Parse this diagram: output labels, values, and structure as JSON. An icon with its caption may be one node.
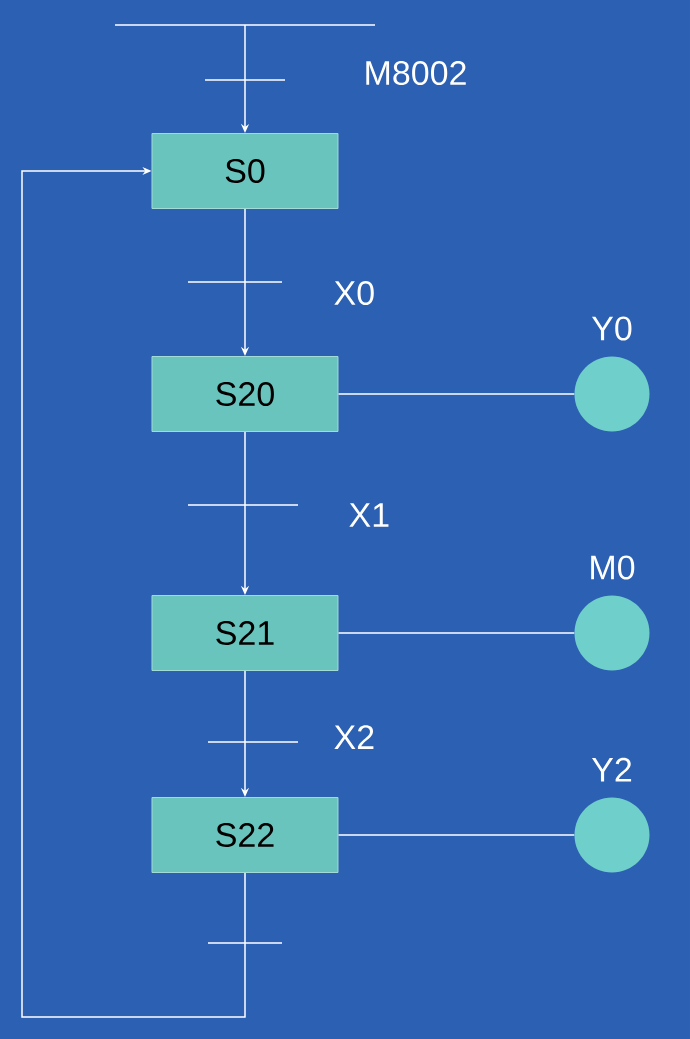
{
  "diagram": {
    "nodes": [
      {
        "text": [
          "S0"
        ]
      },
      {
        "text": [
          "S20"
        ]
      },
      {
        "text": [
          "S21"
        ]
      },
      {
        "text": [
          "S22"
        ]
      },
      {
        "text": [],
        "shape": "circle",
        "beside": [
          "Y0"
        ]
      },
      {
        "text": [],
        "shape": "circle",
        "beside": [
          "M0"
        ]
      },
      {
        "text": [],
        "shape": "circle",
        "beside": [
          "Y2"
        ]
      }
    ],
    "edges": [
      {
        "from": null,
        "to": 0,
        "arrow": "to",
        "label": "M8002"
      },
      {
        "from": 0,
        "to": 1,
        "arrow": "to",
        "label": "X0"
      },
      {
        "from": 1,
        "to": 2,
        "arrow": "to",
        "label": "X1"
      },
      {
        "from": 2,
        "to": 3,
        "arrow": "to",
        "label": "X2"
      },
      {
        "from": 3,
        "to": 0,
        "arrow": "to"
      },
      {
        "from": 1,
        "to": 4,
        "arrow": "none"
      },
      {
        "from": 2,
        "to": 5,
        "arrow": "none"
      },
      {
        "from": 3,
        "to": 6,
        "arrow": "none"
      }
    ]
  }
}
